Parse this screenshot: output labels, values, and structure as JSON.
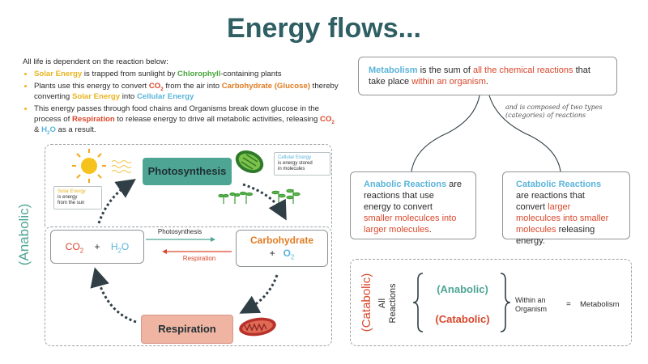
{
  "title": "Energy flows...",
  "intro": {
    "lead": "All life is dependent on the reaction below:",
    "b1": {
      "t1": "Solar Energy",
      "t2": " is trapped from sunlight by ",
      "t3": "Chlorophyll",
      "t4": "-containing plants"
    },
    "b2": {
      "t1": "Plants use this energy to convert ",
      "t2": "CO",
      "t2sub": "2",
      "t3": " from the air into ",
      "t4": "Carbohydrate (Glucose)",
      "t5": " thereby converting ",
      "t6": "Solar Energy",
      "t7": " into ",
      "t8": "Cellular Energy"
    },
    "b3": {
      "t1": "This energy passes through food chains and Organisms break down glucose in the process of ",
      "t2": "Respiration",
      "t3": " to release energy to drive all metabolic activities, releasing ",
      "t4": "CO",
      "t4sub": "2",
      "t5": " & ",
      "t6": "H",
      "t6sub": "2",
      "t6b": "O",
      "t7": " as a result."
    }
  },
  "cycle": {
    "anabolic_label": "(Anabolic)",
    "photosynthesis": "Photosynthesis",
    "respiration": "Respiration",
    "reactants": {
      "co2": "CO",
      "co2_sub": "2",
      "plus": "+",
      "h2o_h": "H",
      "h2o_sub": "2",
      "h2o_o": "O"
    },
    "products": {
      "carb": "Carbohydrate",
      "plus": "+",
      "o2": "O",
      "o2_sub": "2"
    },
    "arrow_top_label": "Photosynthesis",
    "arrow_bottom_label": "Respiration",
    "solar_note": {
      "title": "Solar Energy",
      "line1": "is energy",
      "line2": "from the sun"
    },
    "cellular_note": {
      "title": "Cellular Energy",
      "line1": "is energy stored",
      "line2": "in molecules"
    }
  },
  "metabolism": {
    "w1": "Metabolism",
    "w2": " is the sum of ",
    "w3": "all the chemical reactions",
    "w4": " that take place ",
    "w5": "within an organism",
    "w6": ".",
    "composed_line1": "and is composed of two types",
    "composed_line2": "(categories) of reactions"
  },
  "anabolic_def": {
    "w1": "Anabolic Reactions",
    "w2": " are reactions that use energy to convert ",
    "w3": "smaller moleculces into larger molecules",
    "w4": "."
  },
  "catabolic_def": {
    "w1": "Catabolic Reactions",
    "w2": " are reactions that convert ",
    "w3": "larger moleculces into smaller molecules",
    "w4": " releasing energy."
  },
  "summary": {
    "catabolic_label": "(Catabolic)",
    "all_reactions_line1": "All",
    "all_reactions_line2": "Reactions",
    "anabolic": "(Anabolic)",
    "catabolic": "(Catabolic)",
    "within_line1": "Within an",
    "within_line2": "Organism",
    "equals": "=",
    "metabolism": "Metabolism"
  },
  "colors": {
    "teal": "#2f5f63",
    "green_pill": "#4ea594",
    "salmon_pill": "#f0b4a2",
    "orange": "#e07b22",
    "red": "#d9472b",
    "blue": "#5ab4da",
    "yellow": "#e8b41f"
  }
}
